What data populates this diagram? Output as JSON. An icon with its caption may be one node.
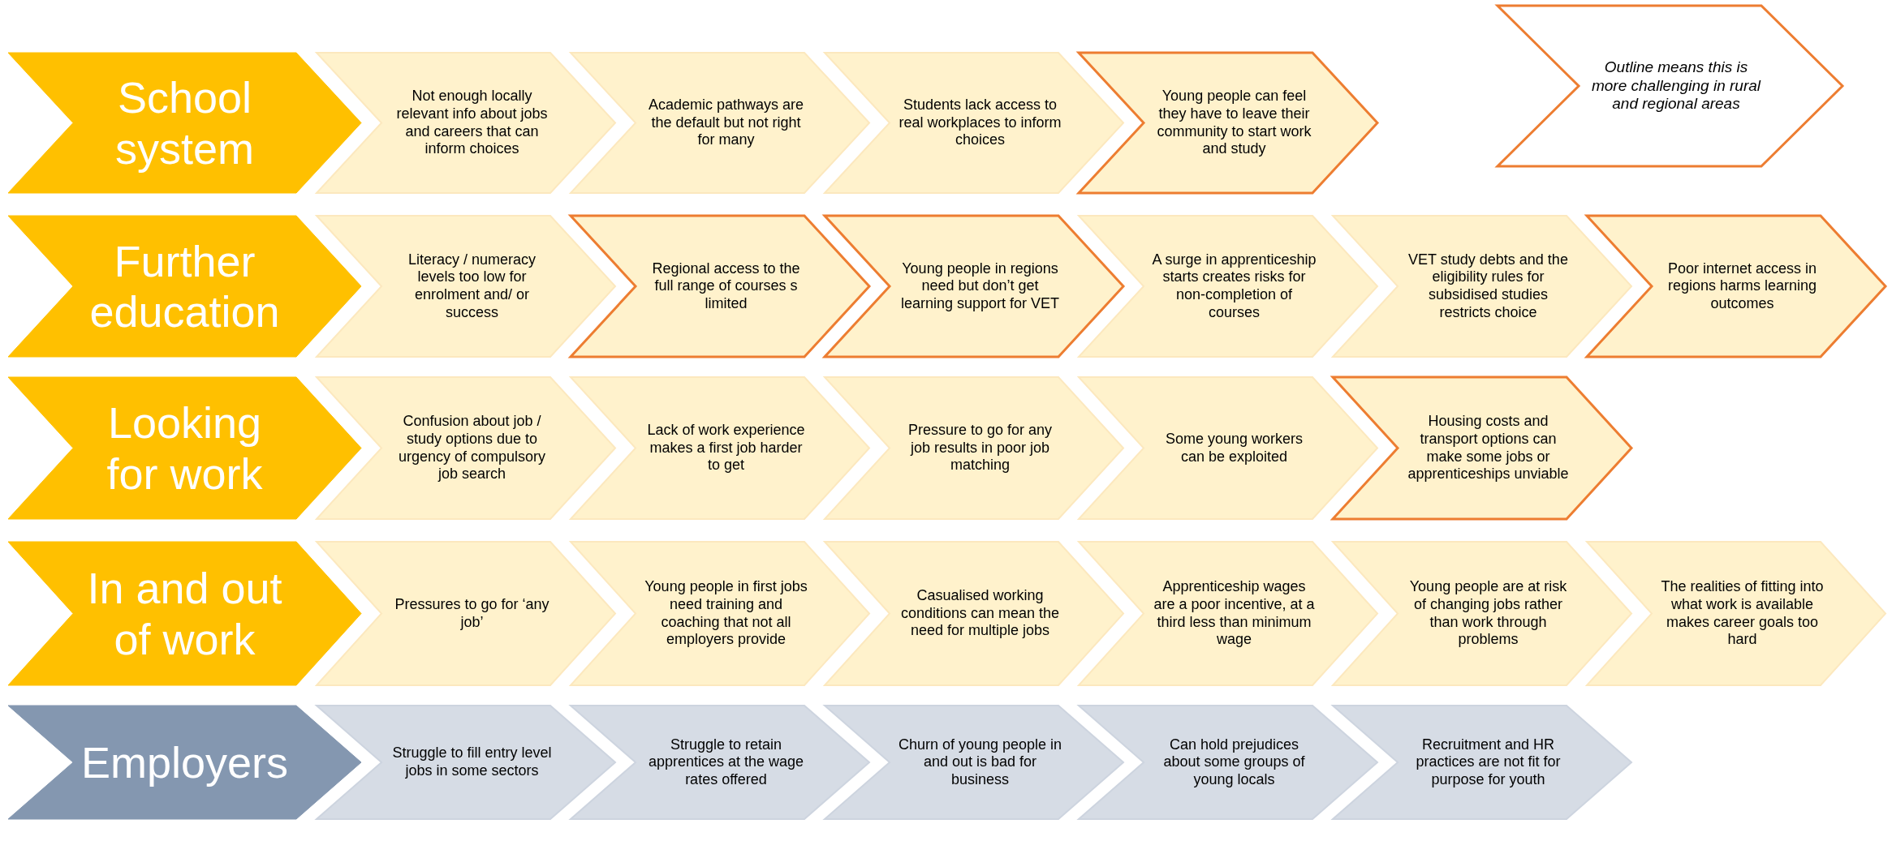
{
  "diagram": {
    "nodes": [
      {
        "text": [
          "School system"
        ]
      },
      {
        "text": [
          "Not enough locally relevant info about jobs and careers that can inform choices"
        ]
      },
      {
        "text": [
          "Academic pathways are the default but not right for many"
        ]
      },
      {
        "text": [
          "Students lack access to real workplaces to inform choices"
        ]
      },
      {
        "text": [
          "Young people can feel they have to leave their community to start work and study"
        ]
      },
      {
        "text": [
          "Outline means this is more  challenging in rural and regional areas"
        ]
      },
      {
        "text": [
          "Further education"
        ]
      },
      {
        "text": [
          "Literacy / numeracy levels too low  for enrolment and/ or success"
        ]
      },
      {
        "text": [
          "Regional access to the full range of courses s limited"
        ]
      },
      {
        "text": [
          "Young people in regions need but don’t get learning support for VET"
        ]
      },
      {
        "text": [
          "A surge in apprenticeship starts creates risks for non-completion of courses"
        ]
      },
      {
        "text": [
          "VET study debts and the eligibility rules for subsidised studies restricts choice"
        ]
      },
      {
        "text": [
          "Poor internet access in regions harms learning outcomes"
        ]
      },
      {
        "text": [
          "Looking for work"
        ]
      },
      {
        "text": [
          "Confusion about job / study options due to urgency of compulsory  job search"
        ]
      },
      {
        "text": [
          "Lack of work experience makes a first job harder  to get"
        ]
      },
      {
        "text": [
          "Pressure to go for any job results in poor job matching"
        ]
      },
      {
        "text": [
          "Some young workers can be exploited"
        ]
      },
      {
        "text": [
          "Housing costs and transport options can make some jobs or apprenticeships unviable"
        ]
      },
      {
        "text": [
          "In and out of work"
        ]
      },
      {
        "text": [
          "Pressures to go for ‘any job’"
        ]
      },
      {
        "text": [
          "Young people in first jobs need training and coaching that not all employers provide"
        ]
      },
      {
        "text": [
          "Casualised working conditions can mean the need for multiple jobs"
        ]
      },
      {
        "text": [
          "Apprenticeship wages are a poor incentive, at a third less than minimum wage"
        ]
      },
      {
        "text": [
          "Young people are at risk of changing jobs rather than work through problems"
        ]
      },
      {
        "text": [
          "The realities of fitting into what work is available makes career goals too hard"
        ]
      },
      {
        "text": [
          "Employers"
        ]
      },
      {
        "text": [
          "Struggle to fill entry level jobs in some sectors"
        ]
      },
      {
        "text": [
          "Struggle to retain apprentices at the wage rates offered"
        ]
      },
      {
        "text": [
          "Churn of young people in and out is bad for business"
        ]
      },
      {
        "text": [
          "Can hold prejudices about some groups of young locals"
        ]
      },
      {
        "text": [
          "Recruitment and HR practices are not fit for purpose for youth"
        ]
      }
    ]
  }
}
